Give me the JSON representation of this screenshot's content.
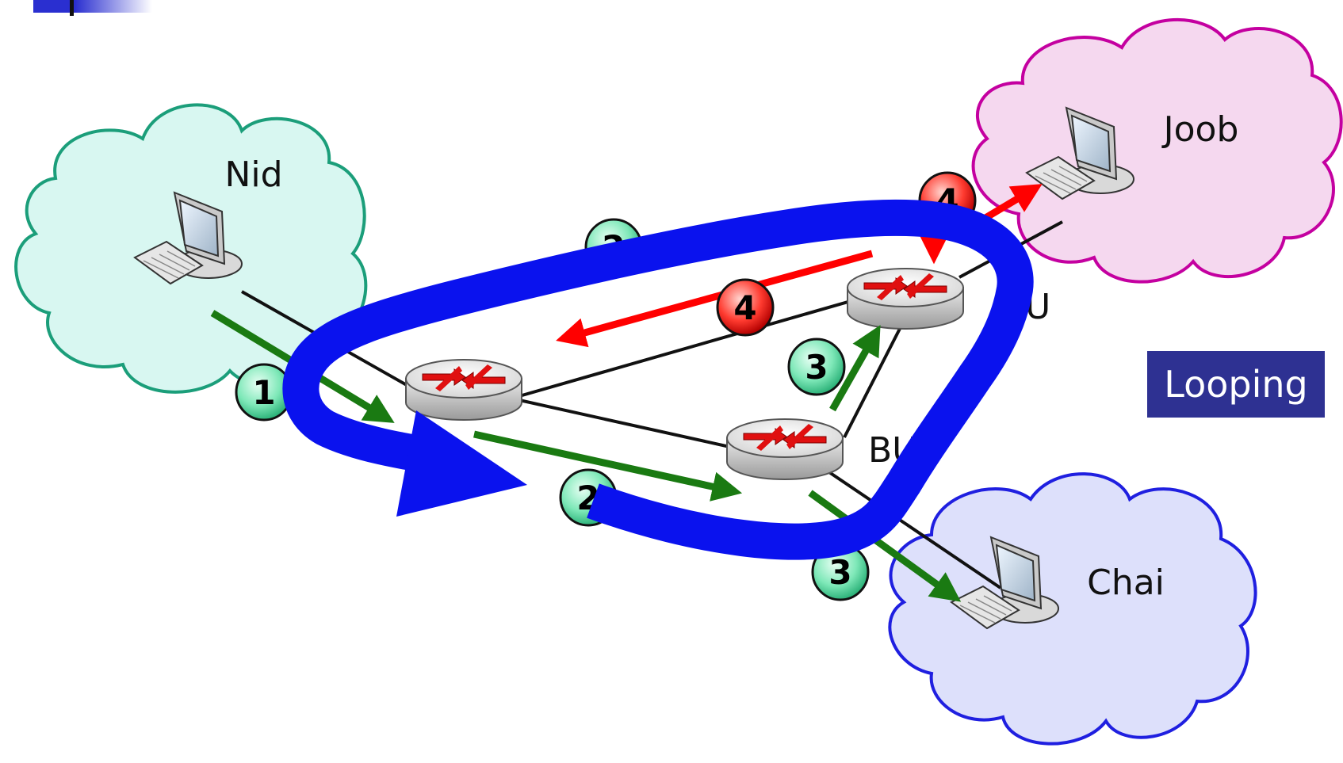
{
  "clouds": {
    "nid": "Nid",
    "joob": "Joob",
    "chai": "Chai"
  },
  "routers": {
    "top_right": "MU",
    "bottom": "BU"
  },
  "badges": {
    "step1": "1",
    "step2_top": "2",
    "step2_bottom": "2",
    "step3_mid": "3",
    "step3_bottom": "3",
    "step4_mid": "4",
    "step4_top": "4"
  },
  "status_box": "Looping",
  "colors": {
    "nid_cloud_fill": "#d8f7f1",
    "nid_cloud_stroke": "#1b9e7a",
    "joob_cloud_fill": "#f5d8ef",
    "joob_cloud_stroke": "#c400a0",
    "chai_cloud_fill": "#dde0fb",
    "chai_cloud_stroke": "#1f1fe0",
    "green_arrow": "#1a7a12",
    "red_arrow": "#ff0000",
    "loop_arrow": "#0a12ee",
    "status_box": "#2e3192",
    "green_badge": "#7ee8b8",
    "red_badge": "#ff3b30"
  },
  "icons": [
    "computer-icon",
    "router-icon"
  ]
}
